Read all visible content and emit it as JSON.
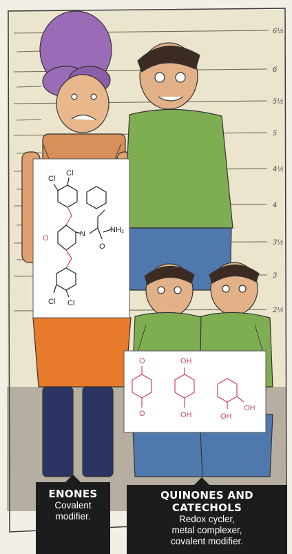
{
  "height_marks": [
    "6½",
    "6",
    "5½",
    "5",
    "4½",
    "4",
    "3½",
    "3",
    "2½"
  ],
  "enones_sign": {
    "atoms": [
      "Cl",
      "Cl",
      "O",
      "N",
      "O",
      "NH₂",
      "Cl",
      "Cl"
    ]
  },
  "quinones_sign": {
    "atoms": [
      "O",
      "O",
      "OH",
      "OH",
      "OH",
      "OH"
    ]
  },
  "captions": {
    "enones": {
      "title": "ENONES",
      "lines": [
        "Covalent",
        "modifier."
      ]
    },
    "quinones": {
      "title": "QUINONES AND CATECHOLS",
      "lines": [
        "Redox cycler,",
        "metal complexer,",
        "covalent modifier."
      ]
    }
  },
  "colors": {
    "wall": "#ece5cd",
    "floor": "#b6aea0",
    "hair_purple": "#9a6cb8",
    "shirt_green": "#7fae52",
    "jeans_blue": "#4f78ad",
    "skirt_orange": "#e87a2c",
    "boots_navy": "#2b3463",
    "chem_red": "#c9485b",
    "caption_bg": "#1c1c1c"
  }
}
